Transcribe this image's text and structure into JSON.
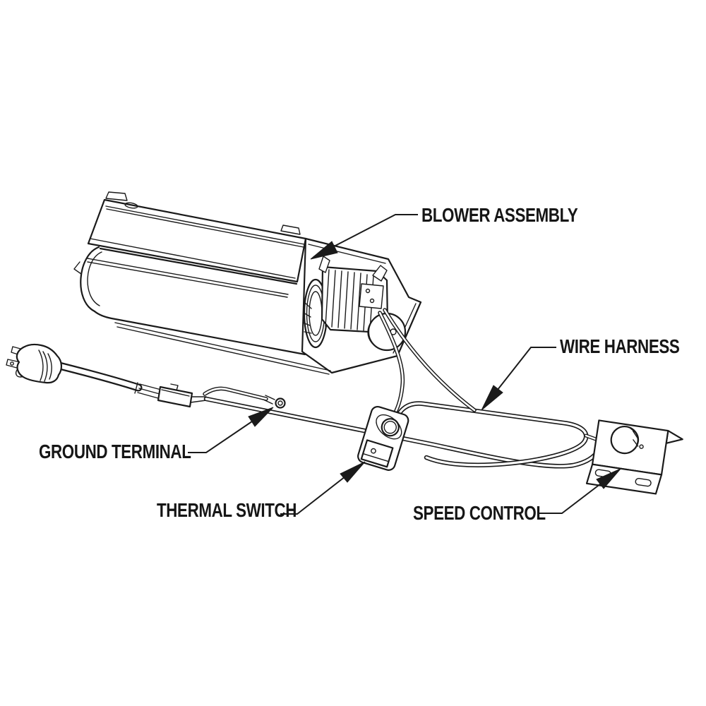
{
  "diagram": {
    "type": "parts-callout-diagram",
    "background": "#ffffff",
    "line_color": "#1a1a1a",
    "labels": {
      "blower_assembly": "BLOWER ASSEMBLY",
      "wire_harness": "WIRE HARNESS",
      "ground_terminal": "GROUND TERMINAL",
      "thermal_switch": "THERMAL SWITCH",
      "speed_control": "SPEED CONTROL"
    }
  }
}
